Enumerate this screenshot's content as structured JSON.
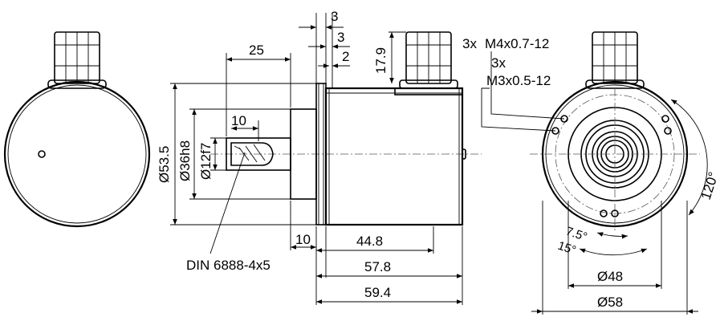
{
  "drawing": {
    "dimensions": {
      "top_3a": "3",
      "top_3b": "3",
      "top_2": "2",
      "height_17_9": "17.9",
      "shaft_len_25": "25",
      "key_len_10": "10",
      "dia_53_5": "Ø53.5",
      "dia_36h8": "Ø36h8",
      "dia_12f7": "Ø12f7",
      "flange_10": "10",
      "len_44_8": "44.8",
      "len_57_8": "57.8",
      "len_59_4": "59.4",
      "dia_48": "Ø48",
      "dia_58": "Ø58",
      "angle_120": "120°",
      "angle_7_5": "7.5°",
      "angle_15": "15°"
    },
    "callouts": {
      "threads_m4_count": "3x",
      "threads_m4": "M4x0.7-12",
      "threads_m3_count": "3x",
      "threads_m3": "M3x0.5-12",
      "key_standard": "DIN 6888-4x5"
    }
  }
}
